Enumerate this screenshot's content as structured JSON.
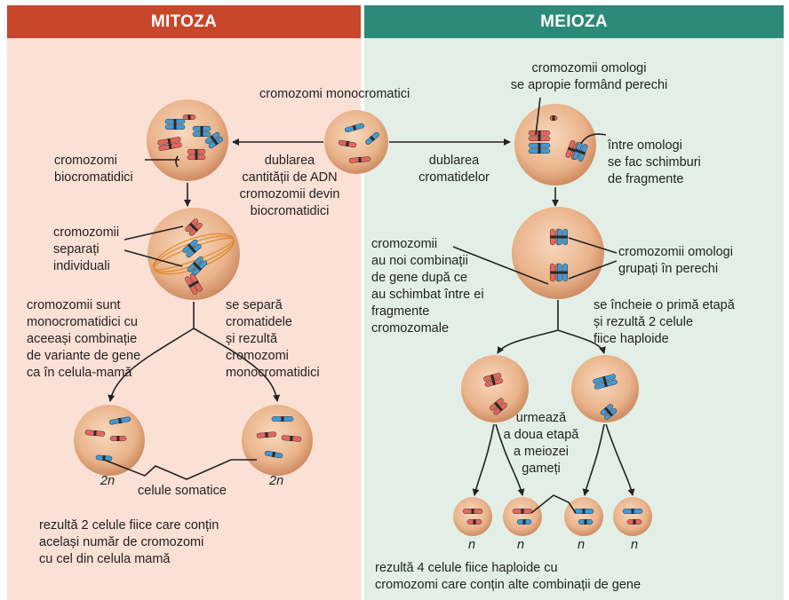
{
  "colors": {
    "mitoza_header": "#c6472a",
    "meioza_header": "#2b8a78",
    "mitoza_bg": "#fbe0d6",
    "meioza_bg": "#e3efe6",
    "cell": "#e8b48e",
    "chrom_red": "#e8645a",
    "chrom_blue": "#3f9ad6"
  },
  "headers": {
    "mitoza": "MITOZA",
    "meioza": "MEIOZA"
  },
  "labels": {
    "monocromatici": "cromozomi monocromatici",
    "biocromatidici": [
      "cromozomi",
      "biocromatidici"
    ],
    "dublarea_adn": [
      "dublarea",
      "cantității de ADN",
      "cromozomii devin",
      "biocromatidici"
    ],
    "dublarea_cromatidelor": [
      "dublarea",
      "cromatidelor"
    ],
    "omologi_apropie": [
      "cromozomii omologi",
      "se apropie formând perechi"
    ],
    "schimburi": [
      "între omologi",
      "se fac schimburi",
      "de fragmente"
    ],
    "separati": [
      "cromozomii",
      "separați",
      "individuali"
    ],
    "noi_combinatii": [
      "cromozomii",
      "au noi combinații",
      "de gene după ce",
      "au schimbat între ei",
      "fragmente",
      "cromozomale"
    ],
    "grupati": [
      "cromozomii omologi",
      "grupați în perechi"
    ],
    "monocromatidici_cu": [
      "cromozomii sunt",
      "monocromatidici cu",
      "aceeași combinație",
      "de variante de gene",
      "ca în celula-mamă"
    ],
    "se_separa": [
      "se separă",
      "cromatidele",
      "și rezultă",
      "cromozomi",
      "monocromatidici"
    ],
    "prima_etapa": [
      "se încheie o primă etapă",
      "și rezultă 2 celule",
      "fiice haploide"
    ],
    "a_doua_etapa": [
      "urmează",
      "a doua etapă",
      "a meiozei"
    ],
    "gameti": "gameți",
    "celule_somatice": "celule somatice",
    "ploidy_2n_left": "2n",
    "ploidy_2n_right": "2n",
    "ploidy_n": [
      "n",
      "n",
      "n",
      "n"
    ],
    "rezulta_2": [
      "rezultă 2 celule fiice care conțin",
      "același număr de cromozomi",
      "cu cel din celula mamă"
    ],
    "rezulta_4": [
      "rezultă 4 celule fiice haploide cu",
      "cromozomi care conțin alte combinații de gene"
    ]
  }
}
